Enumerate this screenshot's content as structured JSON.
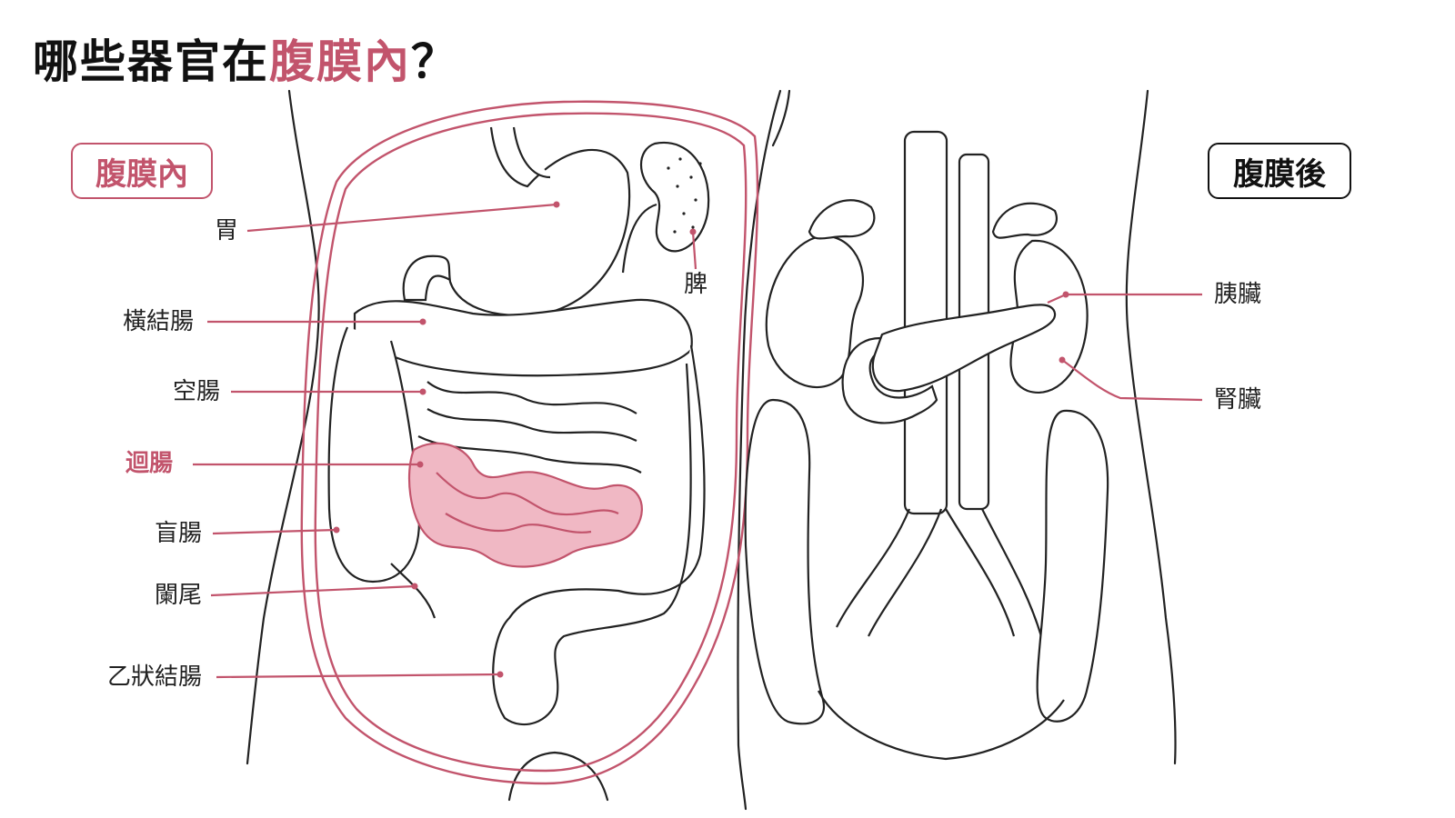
{
  "title": {
    "main": "哪些器官在",
    "highlight": "腹膜內",
    "end": "？"
  },
  "tags": {
    "intraperitoneal": "腹膜內",
    "retroperitoneal": "腹膜後"
  },
  "labels_left": {
    "stomach": "胃",
    "spleen": "脾",
    "transverse_colon": "橫結腸",
    "jejunum": "空腸",
    "ileum": "迴腸",
    "cecum": "盲腸",
    "appendix": "闌尾",
    "sigmoid_colon": "乙狀結腸"
  },
  "labels_right": {
    "pancreas": "胰臟",
    "kidney": "腎臟"
  },
  "colors": {
    "accent": "#c2546c",
    "ileum_fill": "#f0b8c4",
    "line": "#222222"
  }
}
